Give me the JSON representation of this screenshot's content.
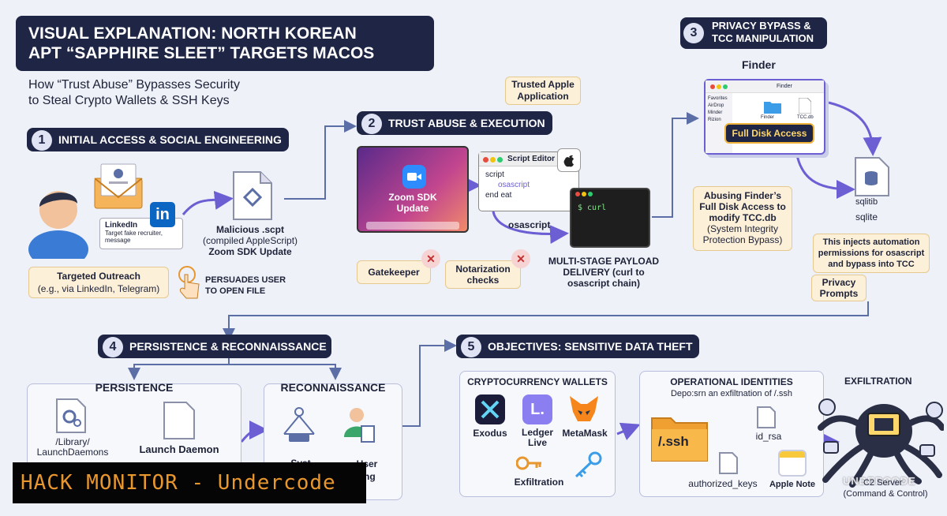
{
  "title_line1": "VISUAL EXPLANATION: NORTH KOREAN",
  "title_line2": "APT “SAPPHIRE SLEET” TARGETS MACOS",
  "subtitle_line1": "How “Trust Abuse” Bypasses Security",
  "subtitle_line2": "to Steal Crypto Wallets & SSH Keys",
  "step1": {
    "num": "1",
    "title": "INITIAL ACCESS & SOCIAL ENGINEERING",
    "linkedin_logo": "in",
    "linkedin_name": "LinkedIn",
    "linkedin_msg": "Target fake recruiter, message",
    "malicious_l1": "Malicious .scpt",
    "malicious_l2": "(compiled AppleScript)",
    "malicious_l3": "Zoom SDK Update",
    "outreach_l1": "Targeted Outreach",
    "outreach_l2": "(e.g., via LinkedIn, Telegram)",
    "persuade_l1": "PERSUADES USER",
    "persuade_l2": "TO OPEN FILE"
  },
  "step2": {
    "num": "2",
    "title": "TRUST ABUSE & EXECUTION",
    "trusted_l1": "Trusted Apple",
    "trusted_l2": "Application",
    "zoom_l1": "Zoom SDK",
    "zoom_l2": "Update",
    "script_editor": "Script Editor",
    "code_l1": "script",
    "code_l2": "osascript",
    "code_l3": "end eat",
    "terminal_cmd": "$ curl",
    "osascript_label": "osascript",
    "gatekeeper": "Gatekeeper",
    "notarization_l1": "Notarization",
    "notarization_l2": "checks",
    "payload_l1": "MULTI-STAGE PAYLOAD",
    "payload_l2": "DELIVERY (curl to",
    "payload_l3": "osascript chain)"
  },
  "step3": {
    "num": "3",
    "title_l1": "PRIVACY BYPASS &",
    "title_l2": "TCC MANIPULATION",
    "finder_title": "Finder",
    "finder_window": "Finder",
    "sidebar_items": [
      "Favorites",
      "AirDrop",
      "Minder",
      "Rizion"
    ],
    "file_1": "Finder",
    "file_2": "TCC.db",
    "full_disk": "Full Disk Access",
    "sqlite_file": "sqlitib",
    "sqlite": "sqlite",
    "abuse_l1": "Abusing Finder’s",
    "abuse_l2": "Full Disk Access to",
    "abuse_l3": "modify TCC.db",
    "abuse_l4": "(System Integrity",
    "abuse_l5": "Protection Bypass)",
    "inject_l1": "This injects automation",
    "inject_l2": "permissions for osascript",
    "inject_l3": "and bypass into TCC",
    "privacy_l1": "Privacy",
    "privacy_l2": "Prompts"
  },
  "step4": {
    "num": "4",
    "title": "PERSISTENCE & RECONNAISSANCE",
    "persistence": "PERSISTENCE",
    "recon": "RECONNAISSANCE",
    "lib_l1": "/Library/",
    "lib_l2": "LaunchDaemons",
    "launch_daemon": "Launch Daemon",
    "system_partial": "Syst",
    "user_partial_1": "User",
    "user_partial_2": "ling"
  },
  "step5": {
    "num": "5",
    "title": "OBJECTIVES: SENSITIVE DATA THEFT",
    "crypto_title": "CRYPTOCURRENCY WALLETS",
    "exodus": "Exodus",
    "ledger_icon": "L.",
    "ledger_l1": "Ledger",
    "ledger_l2": "Live",
    "metamask": "MetaMask",
    "exfil": "Exfiltration",
    "ops_title": "OPERATIONAL IDENTITIES",
    "ops_sub": "Depo:srn an exfiltnation of /.ssh",
    "ssh": "/.ssh",
    "id_rsa": "id_rsa",
    "authorized": "authorized_keys",
    "apple_note": "Apple Note",
    "exfil_title": "EXFILTRATION",
    "server_l1": "C2 Server",
    "server_l2": "(Command & Control)"
  },
  "watermark": "HACK MONITOR - Undercode",
  "watermark_right": "UNDERCODE",
  "colors": {
    "navy": "#1f2544",
    "purple": "#6b5fd3",
    "cream": "#fdf0d8",
    "background": "#eef1f8",
    "watermark_text": "#e8962e"
  }
}
